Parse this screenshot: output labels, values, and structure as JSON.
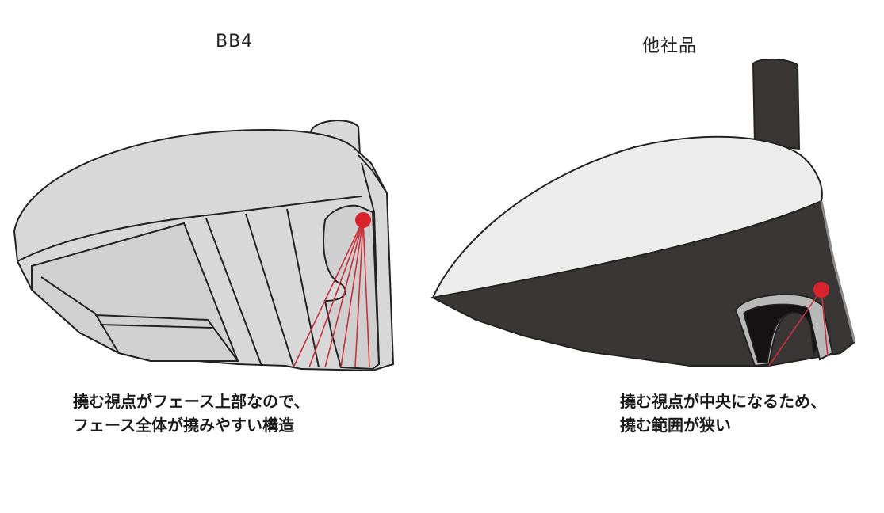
{
  "left": {
    "title": "BB4",
    "caption_line1": "撓む視点がフェース上部なので、",
    "caption_line2": "フェース全体が撓みやすい構造"
  },
  "right": {
    "title": "他社品",
    "caption_line1": "撓む視点が中央になるため、",
    "caption_line2": "撓む範囲が狭い"
  },
  "colors": {
    "body_light": "#d8d8d8",
    "body_dark": "#3a3636",
    "crown_right": "#ececec",
    "outline": "#222222",
    "point": "#d9232d",
    "lines": "#c8323c"
  }
}
